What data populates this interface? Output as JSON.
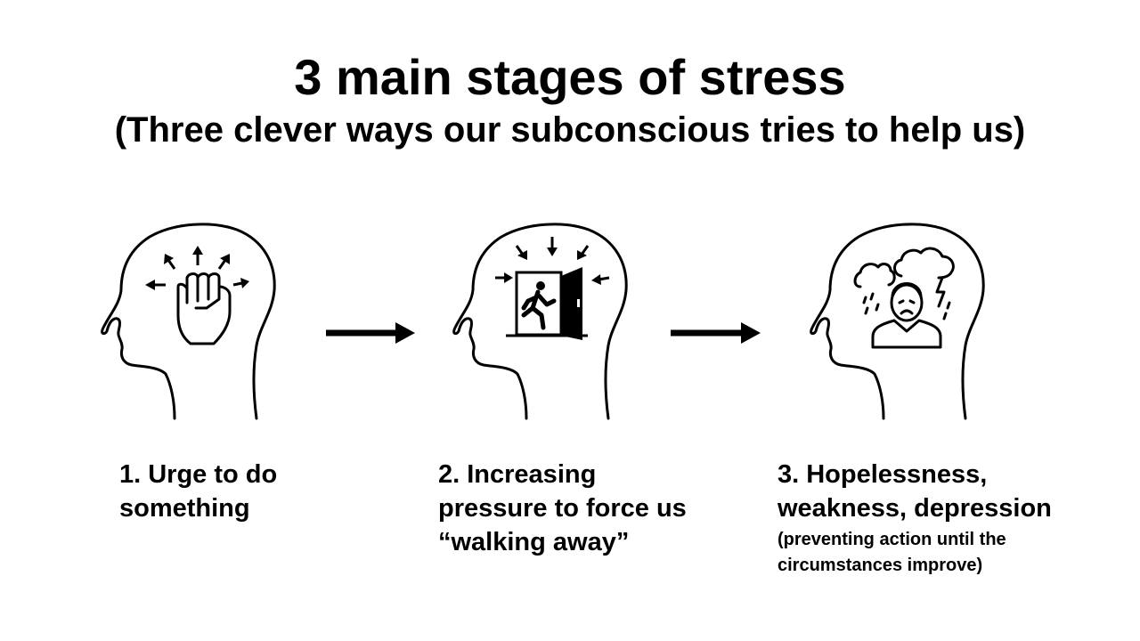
{
  "title": "3 main stages of stress",
  "subtitle": "(Three clever ways our subconscious tries to help us)",
  "stages": [
    {
      "number": "1.",
      "lines": [
        "1. Urge to do",
        "something"
      ],
      "icon": "fist-icon"
    },
    {
      "number": "2.",
      "lines": [
        "2. Increasing",
        "pressure to force us",
        "“walking away”"
      ],
      "icon": "emergency-exit-icon"
    },
    {
      "number": "3.",
      "lines": [
        "3. Hopelessness,",
        "weakness, depression"
      ],
      "note_lines": [
        "(preventing action until the",
        "circumstances improve)"
      ],
      "icon": "depressed-person-icon"
    }
  ],
  "colors": {
    "ink": "#000000",
    "background": "#ffffff"
  }
}
